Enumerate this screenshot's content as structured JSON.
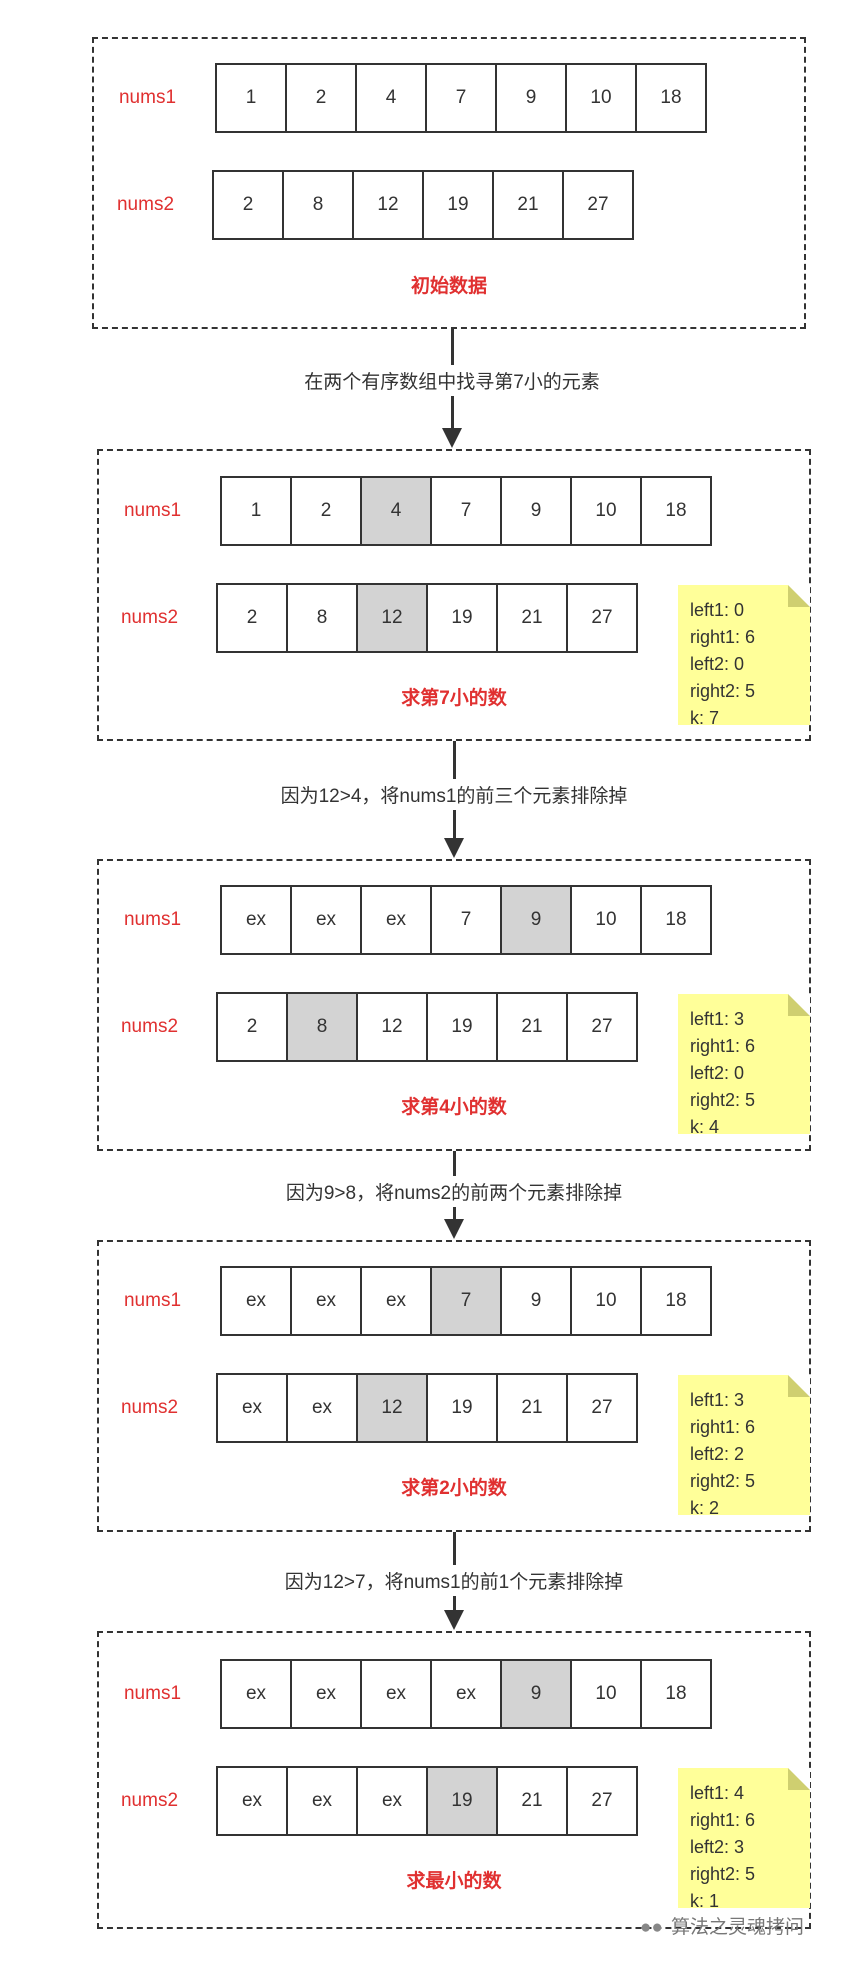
{
  "steps": [
    {
      "nums1_label": "nums1",
      "nums2_label": "nums2",
      "nums1": [
        "1",
        "2",
        "4",
        "7",
        "9",
        "10",
        "18"
      ],
      "nums2": [
        "2",
        "8",
        "12",
        "19",
        "21",
        "27"
      ],
      "nums1_highlight": null,
      "nums2_highlight": null,
      "caption": "初始数据",
      "note": null
    },
    {
      "nums1_label": "nums1",
      "nums2_label": "nums2",
      "nums1": [
        "1",
        "2",
        "4",
        "7",
        "9",
        "10",
        "18"
      ],
      "nums2": [
        "2",
        "8",
        "12",
        "19",
        "21",
        "27"
      ],
      "nums1_highlight": 2,
      "nums2_highlight": 2,
      "caption": "求第7小的数",
      "note": [
        "left1: 0",
        "right1: 6",
        "left2: 0",
        "right2: 5",
        "k: 7"
      ]
    },
    {
      "nums1_label": "nums1",
      "nums2_label": "nums2",
      "nums1": [
        "ex",
        "ex",
        "ex",
        "7",
        "9",
        "10",
        "18"
      ],
      "nums2": [
        "2",
        "8",
        "12",
        "19",
        "21",
        "27"
      ],
      "nums1_highlight": 4,
      "nums2_highlight": 1,
      "caption": "求第4小的数",
      "note": [
        "left1: 3",
        "right1: 6",
        "left2: 0",
        "right2: 5",
        "k: 4"
      ]
    },
    {
      "nums1_label": "nums1",
      "nums2_label": "nums2",
      "nums1": [
        "ex",
        "ex",
        "ex",
        "7",
        "9",
        "10",
        "18"
      ],
      "nums2": [
        "ex",
        "ex",
        "12",
        "19",
        "21",
        "27"
      ],
      "nums1_highlight": 3,
      "nums2_highlight": 2,
      "caption": "求第2小的数",
      "note": [
        "left1: 3",
        "right1: 6",
        "left2: 2",
        "right2: 5",
        "k: 2"
      ]
    },
    {
      "nums1_label": "nums1",
      "nums2_label": "nums2",
      "nums1": [
        "ex",
        "ex",
        "ex",
        "ex",
        "9",
        "10",
        "18"
      ],
      "nums2": [
        "ex",
        "ex",
        "ex",
        "19",
        "21",
        "27"
      ],
      "nums1_highlight": 4,
      "nums2_highlight": 3,
      "caption": "求最小的数",
      "note": [
        "left1: 4",
        "right1: 6",
        "left2: 3",
        "right2: 5",
        "k: 1"
      ]
    }
  ],
  "transitions": [
    "在两个有序数组中找寻第7小的元素",
    "因为12>4，将nums1的前三个元素排除掉",
    "因为9>8，将nums2的前两个元素排除掉",
    "因为12>7，将nums1的前1个元素排除掉"
  ],
  "watermark": "算法之灵魂拷问",
  "colors": {
    "label_red": "#e03030",
    "highlight_gray": "#d3d3d3",
    "note_yellow": "#ffff99",
    "border": "#333333"
  },
  "icons": {
    "watermark": "wechat-icon"
  }
}
